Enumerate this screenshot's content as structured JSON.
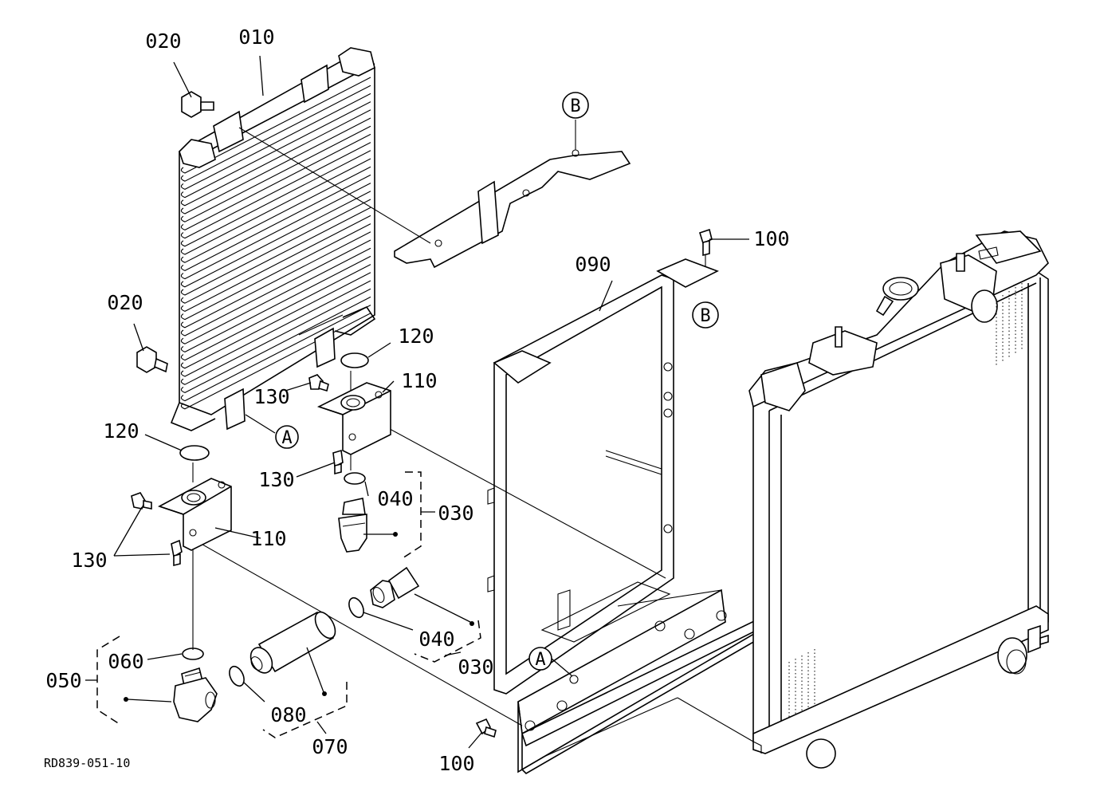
{
  "drawing": {
    "code": "RD839-051-10",
    "reference_markers": [
      "A",
      "A",
      "B",
      "B"
    ],
    "callouts": [
      "010",
      "020",
      "020",
      "030",
      "030",
      "040",
      "040",
      "050",
      "060",
      "070",
      "080",
      "090",
      "100",
      "100",
      "110",
      "110",
      "120",
      "120",
      "130",
      "130",
      "130"
    ]
  }
}
